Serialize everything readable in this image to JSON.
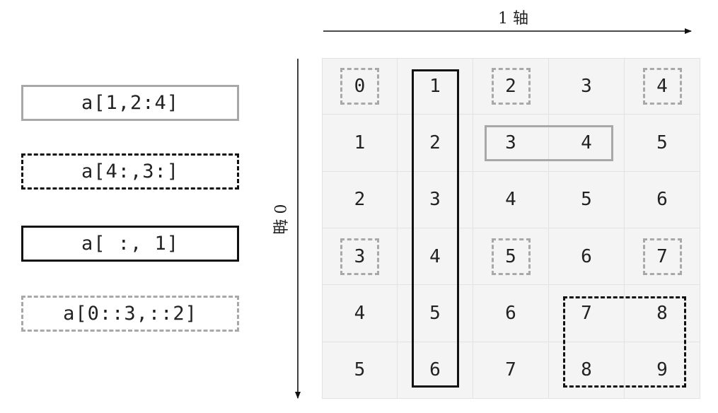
{
  "axes": {
    "axis1_label": "1 轴",
    "axis0_label": "0 轴"
  },
  "legend": [
    {
      "label": "a[1,2:4]",
      "style": "gray-solid"
    },
    {
      "label": "a[4:,3:]",
      "style": "black-dashed"
    },
    {
      "label": "a[ :, 1]",
      "style": "black-solid"
    },
    {
      "label": "a[0::3,::2]",
      "style": "gray-dashed"
    }
  ],
  "grid": {
    "rows": [
      [
        "0",
        "1",
        "2",
        "3",
        "4"
      ],
      [
        "1",
        "2",
        "3",
        "4",
        "5"
      ],
      [
        "2",
        "3",
        "4",
        "5",
        "6"
      ],
      [
        "3",
        "4",
        "5",
        "6",
        "7"
      ],
      [
        "4",
        "5",
        "6",
        "7",
        "8"
      ],
      [
        "5",
        "6",
        "7",
        "8",
        "9"
      ]
    ]
  },
  "highlights": [
    {
      "style": "gray-solid",
      "row_start": 1,
      "row_end": 1,
      "col_start": 2,
      "col_end": 3
    },
    {
      "style": "black-dashed",
      "row_start": 4,
      "row_end": 5,
      "col_start": 3,
      "col_end": 4
    },
    {
      "style": "black-solid",
      "row_start": 0,
      "row_end": 5,
      "col_start": 1,
      "col_end": 1
    },
    {
      "style": "gray-dashed",
      "cells": [
        [
          0,
          0
        ],
        [
          0,
          2
        ],
        [
          0,
          4
        ],
        [
          3,
          0
        ],
        [
          3,
          2
        ],
        [
          3,
          4
        ]
      ]
    }
  ],
  "colors": {
    "gray": "#a8a8a8",
    "black": "#111111",
    "grid_bg": "#f4f4f4",
    "grid_line": "#e2e2e2"
  }
}
